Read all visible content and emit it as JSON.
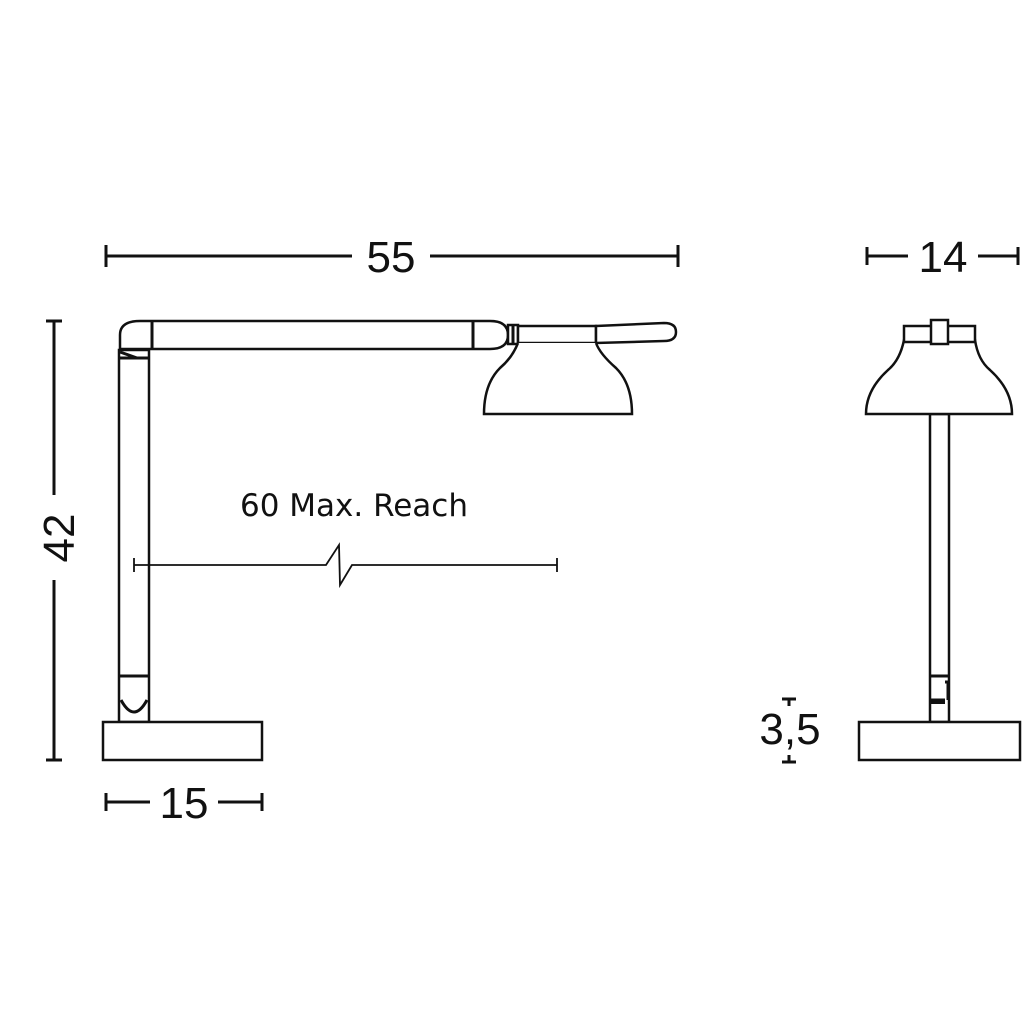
{
  "diagram": {
    "type": "technical-dimension-drawing",
    "subject": "desk lamp",
    "views": [
      "side-view",
      "front-view"
    ],
    "line_color": "#111111",
    "background": "#ffffff"
  },
  "dimensions": {
    "total_width": "55",
    "height": "42",
    "base_width": "15",
    "head_width": "14",
    "base_height": "3,5",
    "max_reach": "60 Max. Reach"
  }
}
